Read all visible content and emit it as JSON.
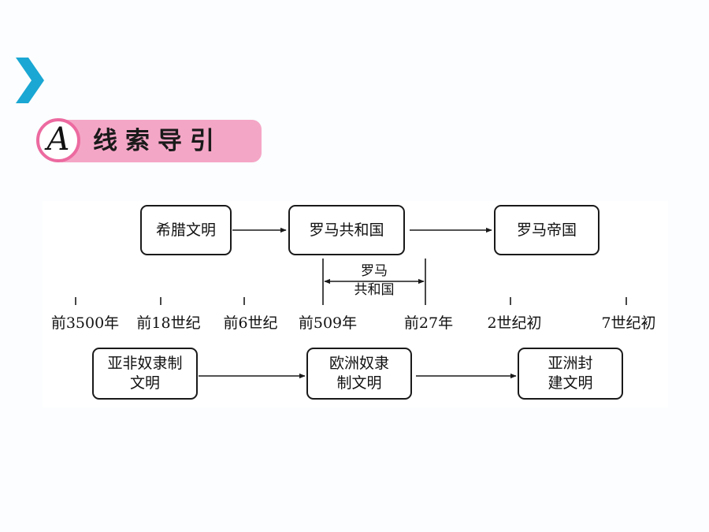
{
  "heading": {
    "letter": "A",
    "text": "线索导引"
  },
  "diagram": {
    "top_boxes": [
      {
        "label": "希腊文明"
      },
      {
        "label": "罗马共和国"
      },
      {
        "label": "罗马帝国"
      }
    ],
    "bracket_label_line1": "罗马",
    "bracket_label_line2": "共和国",
    "timeline": [
      "前3500年",
      "前18世纪",
      "前6世纪",
      "前509年",
      "前27年",
      "2世纪初",
      "7世纪初"
    ],
    "bottom_boxes": [
      {
        "line1": "亚非奴隶制",
        "line2": "文明"
      },
      {
        "line1": "欧洲奴隶",
        "line2": "制文明"
      },
      {
        "line1": "亚洲封",
        "line2": "建文明"
      }
    ]
  },
  "colors": {
    "accent_blue": "#1aa7d3",
    "heading_pink": "#f4a6c6",
    "heading_ring": "#ec6aa0"
  }
}
